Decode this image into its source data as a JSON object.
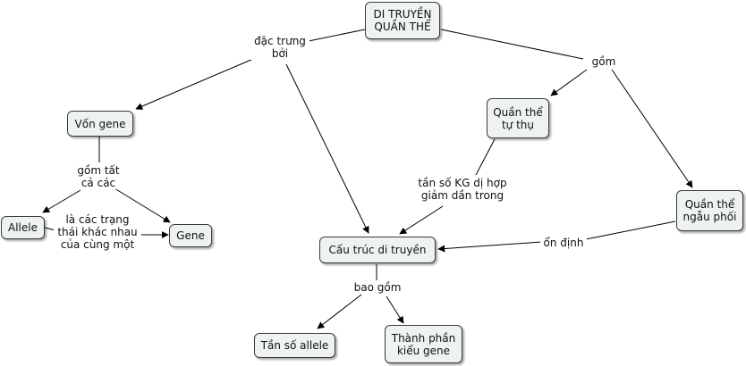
{
  "nodes": {
    "root": "DI TRUYỀN\nQUẦN THỂ",
    "von_gene": "Vốn gene",
    "allele": "Allele",
    "gene": "Gene",
    "cau_truc": "Cấu trúc di truyền",
    "tu_thu": "Quần thể\ntự thụ",
    "ngau_phoi": "Quần thể\nngẫu phối",
    "tan_so": "Tần số allele",
    "thanh_phan": "Thành phần\nkiểu gene"
  },
  "links": {
    "dac_trung": "đặc trưng\nbởi",
    "gom": "gồm",
    "gom_tat": "gồm tất\ncả các",
    "la_cac": "là các trạng\nthái khác nhau\ncủa cùng một",
    "tan_so_kg": "tần số KG dị hợp\ngiảm dần trong",
    "on_dinh": "ổn định",
    "bao_gom": "bao gồm"
  }
}
